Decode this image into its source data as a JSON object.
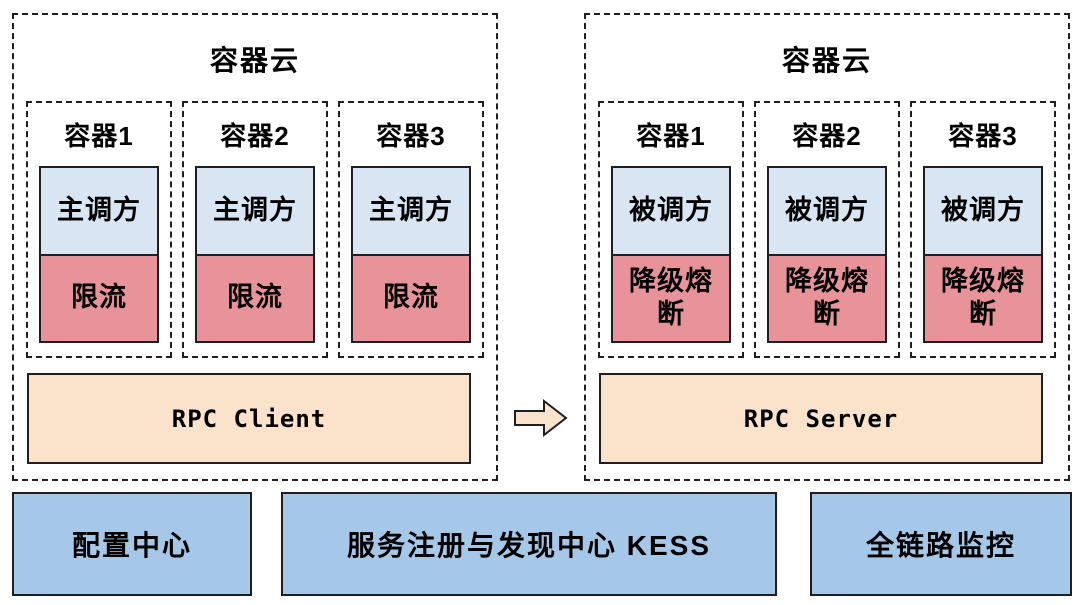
{
  "clouds": [
    {
      "title": "容器云",
      "containers": [
        {
          "label": "容器1",
          "upper": "主调方",
          "lower": "限流"
        },
        {
          "label": "容器2",
          "upper": "主调方",
          "lower": "限流"
        },
        {
          "label": "容器3",
          "upper": "主调方",
          "lower": "限流"
        }
      ],
      "bar_label": "RPC Client"
    },
    {
      "title": "容器云",
      "containers": [
        {
          "label": "容器1",
          "upper": "被调方",
          "lower": "降级熔断"
        },
        {
          "label": "容器2",
          "upper": "被调方",
          "lower": "降级熔断"
        },
        {
          "label": "容器3",
          "upper": "被调方",
          "lower": "降级熔断"
        }
      ],
      "bar_label": "RPC Server"
    }
  ],
  "arrow": {
    "icon": "block-arrow-right"
  },
  "bottom_boxes": [
    "配置中心",
    "服务注册与发现中心 KESS",
    "全链路监控"
  ],
  "colors": {
    "upper_fill": "#D8E6F3",
    "lower_fill": "#E8929A",
    "bar_fill": "#FBE3CB",
    "bottom_fill": "#A6C8E8",
    "border": "#1F1F1F"
  }
}
